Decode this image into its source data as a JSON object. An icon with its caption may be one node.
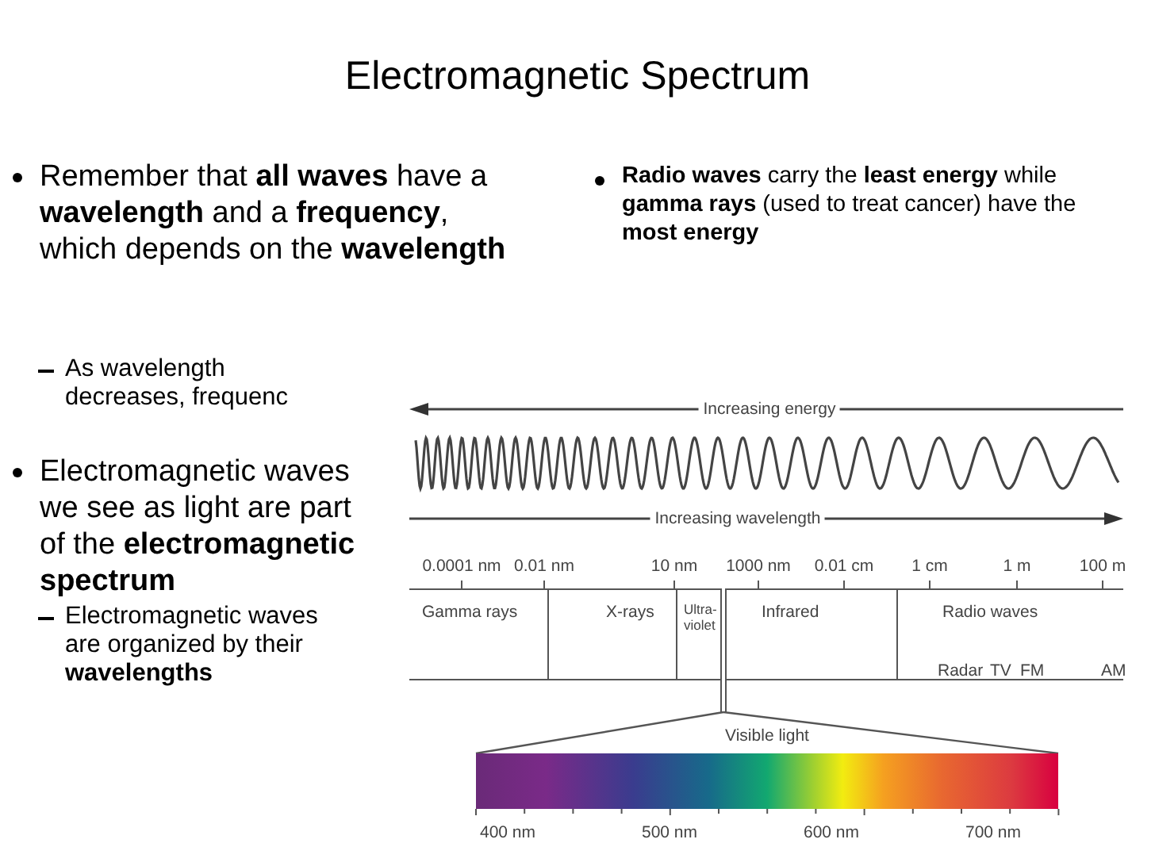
{
  "diagram": {
    "title": "Electromagnetic Spectrum",
    "nodes": [
      {
        "text": [
          "Gamma rays"
        ]
      },
      {
        "text": [
          "X-rays"
        ]
      },
      {
        "text": [
          "Ultra-violet"
        ]
      },
      {
        "text": [
          "Infrared"
        ]
      },
      {
        "text": [
          "Radio waves",
          "Radar",
          "TV",
          "FM",
          "AM"
        ]
      },
      {
        "text": [],
        "shape": "bar"
      },
      {
        "text": [
          "Visible light"
        ]
      }
    ],
    "edges": [
      {
        "from": 5,
        "to": 6,
        "arrow": "none"
      },
      {
        "from": 5,
        "to": 6,
        "arrow": "none"
      }
    ],
    "labels": [
      "Remember that **all waves** have a **wavelength** and a **frequency**, which depends on the **wavelength**",
      "**Radio waves** carry the **least energy** while **gamma rays** (used to treat cancer) have the **most energy**",
      "As wavelength decreases, frequenc",
      "Electromagnetic waves we see as light are part of the **electromagnetic spectrum**",
      "Electromagnetic waves are organized by their **wavelengths**",
      "Increasing energy",
      "Increasing wavelength",
      "0.0001 nm",
      "0.01 nm",
      "10 nm",
      "1000 nm",
      "0.01 cm",
      "1 cm",
      "1 m",
      "100 m",
      "400 nm",
      "500 nm",
      "600 nm",
      "700 nm"
    ]
  }
}
